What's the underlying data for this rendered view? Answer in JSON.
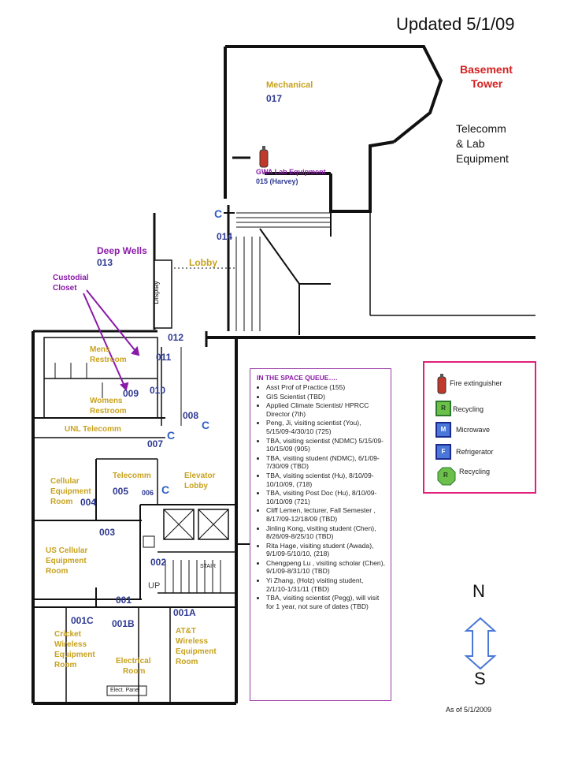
{
  "header": {
    "updated": "Updated 5/1/09"
  },
  "building": {
    "title_line1": "Basement",
    "title_line2": "Tower",
    "subtitle_line1": "Telecomm",
    "subtitle_line2": "& Lab",
    "subtitle_line3": "Equipment"
  },
  "rooms": {
    "mechanical_name": "Mechanical",
    "mechanical_num": "017",
    "gwa_name": "GWA Lab Equipment",
    "gwa_num": "015 (Harvey)",
    "deep_wells_name": "Deep Wells",
    "deep_wells_num": "013",
    "lobby": "Lobby",
    "r014": "014",
    "custodial_line1": "Custodial",
    "custodial_line2": "Closet",
    "display": "Display",
    "r012": "012",
    "r011": "011",
    "r010": "010",
    "r009": "009",
    "r008": "008",
    "r007": "007",
    "mens_line1": "Mens",
    "mens_line2": "Restroom",
    "womens_line1": "Womens",
    "womens_line2": "Restroom",
    "unl_telecomm": "UNL Telecomm",
    "cellular_line1": "Cellular",
    "cellular_line2": "Equipment",
    "cellular_line3": "Room",
    "r004": "004",
    "telecomm": "Telecomm",
    "r005": "005",
    "r006": "006",
    "elevator_line1": "Elevator",
    "elevator_line2": "Lobby",
    "r003": "003",
    "r002": "002",
    "r001": "001",
    "us_cellular_line1": "US Cellular",
    "us_cellular_line2": "Equipment",
    "us_cellular_line3": "Room",
    "r001c": "001C",
    "r001b": "001B",
    "r001a": "001A",
    "cricket_line1": "Cricket",
    "cricket_line2": "Wireless",
    "cricket_line3": "Equipment",
    "cricket_line4": "Room",
    "electrical_line1": "Electrical",
    "electrical_line2": "Room",
    "att_line1": "AT&T",
    "att_line2": "Wireless",
    "att_line3": "Equipment",
    "att_line4": "Room",
    "up": "UP",
    "stair": "STAIR",
    "elect_panel": "Elect. Panel",
    "c_mark": "C"
  },
  "queue": {
    "title": "IN THE SPACE QUEUE….",
    "items": [
      "Asst Prof of Practice (155)",
      "GIS Scientist (TBD)",
      "Applied Climate Scientist/ HPRCC Director (7th)",
      "Peng, Ji, visiting scientist (You), 5/15/09-4/30/10 (725)",
      "TBA, visiting scientist (NDMC) 5/15/09-10/15/09 (905)",
      "TBA, visiting student (NDMC), 6/1/09-7/30/09 (TBD)",
      "TBA, visiting scientist (Hu), 8/10/09-10/10/09, (718)",
      "TBA, visiting Post Doc (Hu), 8/10/09-10/10/09 (721)",
      "Cliff Lemen, lecturer, Fall Semester , 8/17/09-12/18/09 (TBD)",
      "Jinling Kong, visiting student (Chen), 8/26/09-8/25/10 (TBD)",
      "Rita Hage, visiting student (Awada), 9/1/09-5/10/10, (218)",
      "Chengpeng Lu , visiting scholar (Chen), 9/1/09-8/31/10 (TBD)",
      "Yi Zhang, (Holz) visiting student, 2/1/10-1/31/11 (TBD)",
      "TBA, visiting scientist (Pegg), will visit for 1 year, not sure of dates (TBD)"
    ]
  },
  "legend": {
    "fire": "Fire extinguisher",
    "recycling": "Recycling",
    "microwave": "Microwave",
    "refrigerator": "Refrigerator",
    "recycling2": "Recycling",
    "r_letter": "R",
    "m_letter": "M",
    "f_letter": "F",
    "colors": {
      "border": "#e0207a",
      "recycling": "#6cc04a",
      "appliance": "#4a78d8",
      "fire": "#c0392b"
    }
  },
  "compass": {
    "north": "N",
    "south": "S"
  },
  "footer": {
    "as_of": "As of  5/1/2009"
  },
  "colors": {
    "room_name": "#c8a21e",
    "room_num": "#2f3a92",
    "purple": "#8a1aa8",
    "title_red": "#d42020"
  }
}
